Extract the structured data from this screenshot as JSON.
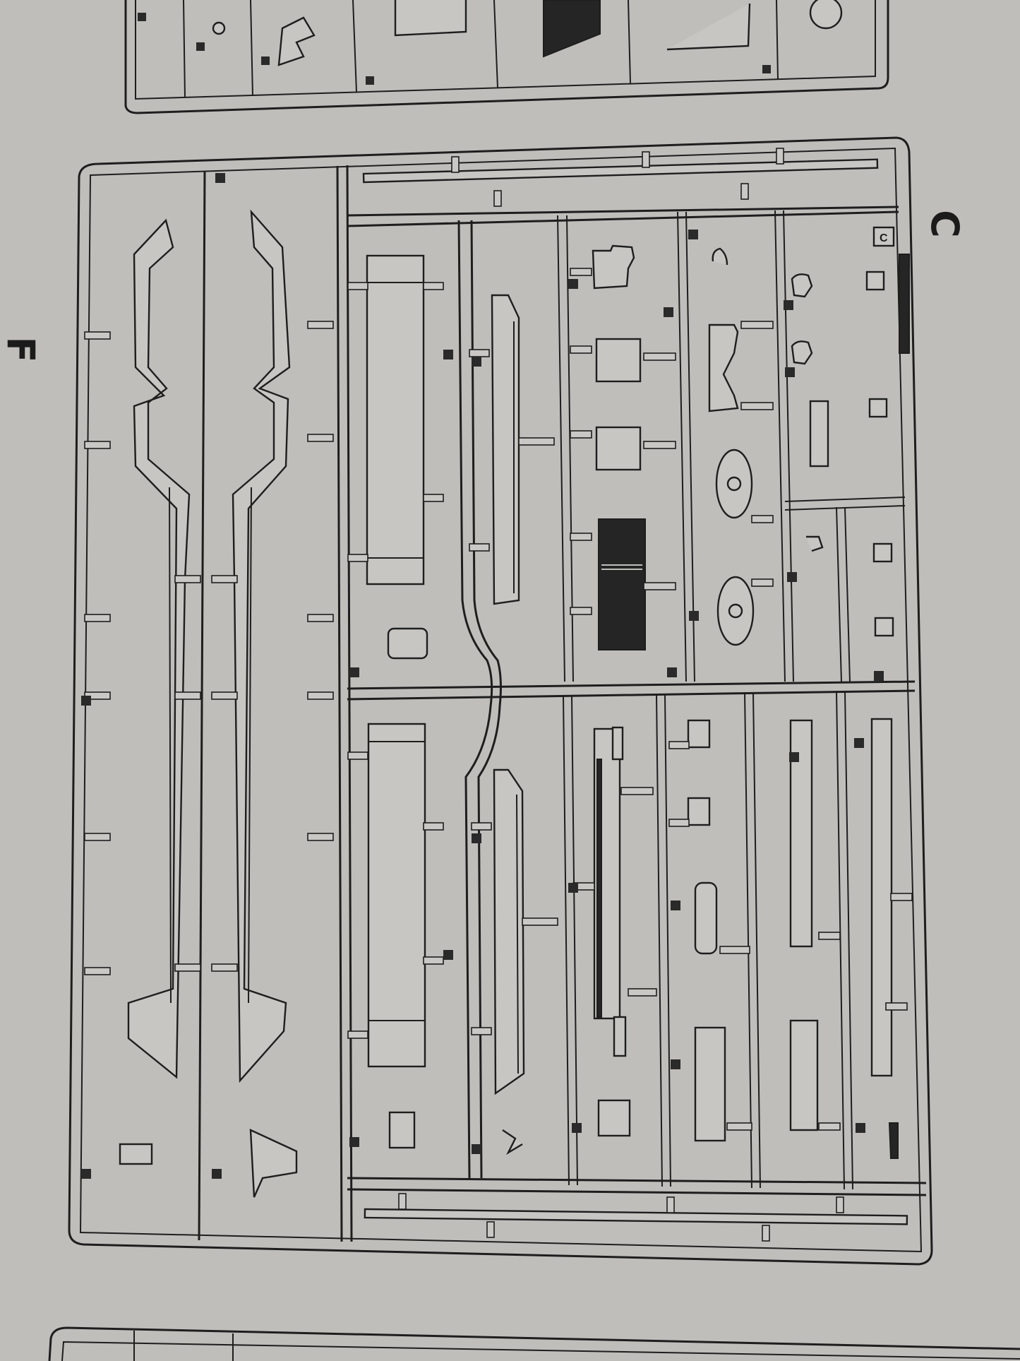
{
  "sprues": {
    "c_label": "C",
    "f_label": "F",
    "c_tag": "C"
  },
  "colors": {
    "paper": "#bfbebb",
    "ink": "#1e1e1e",
    "part_fill": "#c7c6c2"
  }
}
